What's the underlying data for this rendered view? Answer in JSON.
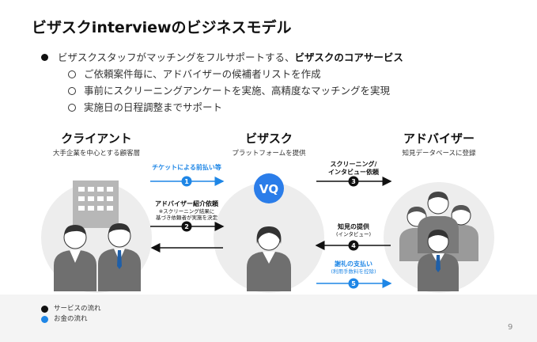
{
  "title": "ビザスクinterviewのビジネスモデル",
  "bullets": {
    "main_pre": "ビザスクスタッフがマッチングをフルサポートする、",
    "main_bold": "ビザスクのコアサービス",
    "subs": [
      "ご依頼案件毎に、アドバイザーの候補者リストを作成",
      "事前にスクリーニングアンケートを実施、高精度なマッチングを実現",
      "実施日の日程調整までサポート"
    ]
  },
  "actors": {
    "client": {
      "name": "クライアント",
      "desc": "大手企業を中心とする顧客層"
    },
    "visasq": {
      "name": "ビザスク",
      "desc": "プラットフォームを提供",
      "logo": "VQ"
    },
    "advisor": {
      "name": "アドバイザー",
      "desc": "知見データベースに登録"
    }
  },
  "flows": [
    {
      "num": "1",
      "label": "チケットによる前払い等",
      "type": "money"
    },
    {
      "num": "2",
      "label": "アドバイザー紹介依頼",
      "note": "※スクリーニング結果に\n基づき依頼者が実施を決定",
      "type": "service"
    },
    {
      "num": "3",
      "label": "スクリーニング/\nインタビュー依頼",
      "type": "service"
    },
    {
      "num": "4",
      "label": "知見の提供",
      "note": "(インタビュー)",
      "type": "service"
    },
    {
      "num": "5",
      "label": "謝礼の支払い",
      "note": "(利用手数料を控除)",
      "type": "money"
    }
  ],
  "legend": {
    "service": "サービスの流れ",
    "money": "お金の流れ"
  },
  "colors": {
    "service": "#111111",
    "money": "#1e86e6",
    "circle_bg": "#ededed",
    "logo": "#2b7de9"
  },
  "page_number": "9"
}
